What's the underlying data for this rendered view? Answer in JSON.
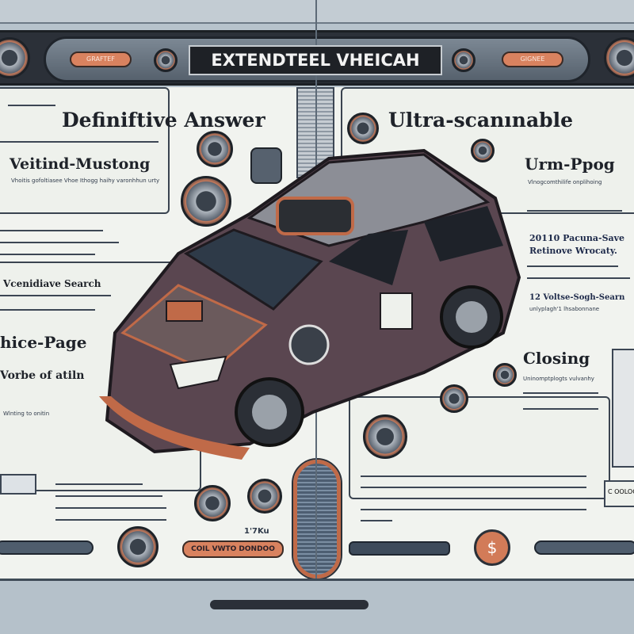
{
  "header": {
    "title": "EXTENDTEEL VHEICAH",
    "left_button": "GRAFTEF",
    "right_button": "GIGNEE"
  },
  "left": {
    "heading1": "Definiftive Answer",
    "heading2": "Veitind-Mustong",
    "subtext2": "Vhoitis gofoltiasee Vhoe Ithogg haihy varonhhun urty",
    "item_search": "Vcenidiave Search",
    "heading3": "hice-Page",
    "heading3_sub": "Vorbe of atiln",
    "footer_note": "Wlnting to onitin",
    "small_label": "1'7Ku"
  },
  "right": {
    "heading1": "Ultra-scanınable",
    "heading2": "Urm-Ppog",
    "subtext2": "Vlnogcomthilife onplihoing",
    "note_line1": "20110 Pacuna-Save",
    "note_line2": "Retinove Wrocaty.",
    "note2_line1": "12 Voltse-Sogh-Searn",
    "note2_line2": "unlyplagh'1 lhsabonnane",
    "heading3": "Closing",
    "heading3_sub": "Uninomptplogts vulvanhy",
    "side_label": "C OOLOO"
  },
  "bottom": {
    "call_button": "COIL VWTO DONDOO",
    "coin_symbol": "$"
  },
  "colors": {
    "accent": "#d9825f",
    "dark": "#2b3038",
    "paper": "#eef1ec",
    "car_body": "#5a4650"
  }
}
